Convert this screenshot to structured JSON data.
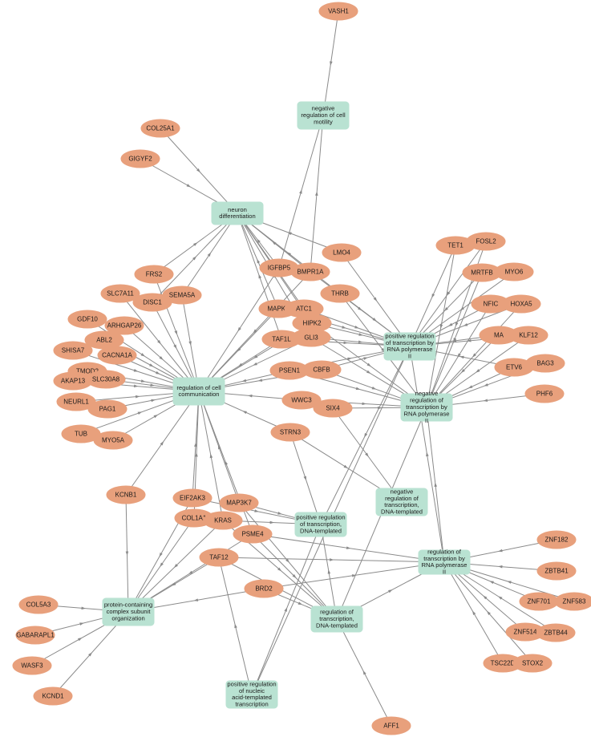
{
  "network": {
    "colors": {
      "gene": "#e8a07c",
      "term": "#b9e2d2",
      "edge": "#8a8a8a"
    },
    "terms": {
      "neuron": "neuron differentiation",
      "motility": "negative regulation of cell motility",
      "pol2pos": "positive regulation of transcription by RNA polymerase II",
      "pol2neg": "negative regulation of transcription by RNA polymerase II",
      "cellcomm": "regulation of cell communication",
      "dnaneg": "negative regulation of transcription, DNA-templated",
      "dnapos": "positive regulation of transcription, DNA-templated",
      "pol2reg": "regulation of transcription by RNA polymerase II",
      "complex": "protein-containing complex subunit organization",
      "dnareg": "regulation of transcription, DNA-templated",
      "nucleic": "positive regulation of nucleic acid-templated transcription"
    },
    "genes": {
      "VASH1": "VASH1",
      "COL25A1": "COL25A1",
      "GIGYF2": "GIGYF2",
      "LMO4": "LMO4",
      "IGFBP5": "IGFBP5",
      "BMPR1A": "BMPR1A",
      "FRS2": "FRS2",
      "SLC7A11": "SLC7A11",
      "SEMA5A": "SEMA5A",
      "DISC1": "DISC1",
      "THRB": "THRB",
      "MAPK7": "MAPK7",
      "NFATC1": "ATC1",
      "HIPK2": "HIPK2",
      "GDF10": "GDF10",
      "ARHGAP26": "ARHGAP26",
      "ABL2": "ABL2",
      "GLI3": "GLI3",
      "TAF1L": "TAF1L",
      "SHISA7": "SHISA7",
      "CACNA1A": "CACNA1A",
      "PSEN1": "PSEN1",
      "CBFB": "CBFB",
      "TMOD2": "TMOD2",
      "AKAP13": "AKAP13",
      "SLC30A8": "SLC30A8",
      "NEURL1": "NEURL1",
      "PAG1": "PAG1",
      "WWC3": "WWC3",
      "SIX4": "SIX4",
      "TUB": "TUB",
      "MYO5A": "MYO5A",
      "STRN3": "STRN3",
      "TET1": "TET1",
      "FOSL2": "FOSL2",
      "MRTFB": "MRTFB",
      "MYO6": "MYO6",
      "NFIC": "NFIC",
      "HOXA5": "HOXA5",
      "MAFB": "MA",
      "KLF12": "KLF12",
      "ETV6": "ETV6",
      "BAG3": "BAG3",
      "PHF6": "PHF6",
      "KCNB1": "KCNB1",
      "EIF2AK3": "EIF2AK3",
      "MAP3K7": "MAP3K7",
      "COL1A1": "COL1A1",
      "KRAS": "KRAS",
      "PSME4": "PSME4",
      "TAF12": "TAF12",
      "BRD2": "BRD2",
      "COL5A3": "COL5A3",
      "GABARAPL1": "GABARAPL1",
      "WASF3": "WASF3",
      "KCND1": "KCND1",
      "ZNF182": "ZNF182",
      "ZBTB41": "ZBTB41",
      "ZNF701": "ZNF701",
      "ZNF583": "ZNF583",
      "ZNF514": "ZNF514",
      "ZBTB44": "ZBTB44",
      "TSC22D1": "TSC22D",
      "STOX2": "STOX2",
      "AFF1": "AFF1"
    },
    "edges": [
      [
        "VASH1",
        "motility"
      ],
      [
        "IGFBP5",
        "motility"
      ],
      [
        "BMPR1A",
        "motility"
      ],
      [
        "COL25A1",
        "neuron"
      ],
      [
        "GIGYF2",
        "neuron"
      ],
      [
        "LMO4",
        "neuron"
      ],
      [
        "IGFBP5",
        "neuron"
      ],
      [
        "BMPR1A",
        "neuron"
      ],
      [
        "FRS2",
        "neuron"
      ],
      [
        "SEMA5A",
        "neuron"
      ],
      [
        "DISC1",
        "neuron"
      ],
      [
        "THRB",
        "neuron"
      ],
      [
        "MAPK7",
        "neuron"
      ],
      [
        "NFATC1",
        "neuron"
      ],
      [
        "HIPK2",
        "neuron"
      ],
      [
        "GLI3",
        "neuron"
      ],
      [
        "TAF1L",
        "neuron"
      ],
      [
        "FRS2",
        "cellcomm"
      ],
      [
        "SLC7A11",
        "cellcomm"
      ],
      [
        "SEMA5A",
        "cellcomm"
      ],
      [
        "DISC1",
        "cellcomm"
      ],
      [
        "GDF10",
        "cellcomm"
      ],
      [
        "ARHGAP26",
        "cellcomm"
      ],
      [
        "ABL2",
        "cellcomm"
      ],
      [
        "SHISA7",
        "cellcomm"
      ],
      [
        "CACNA1A",
        "cellcomm"
      ],
      [
        "TMOD2",
        "cellcomm"
      ],
      [
        "AKAP13",
        "cellcomm"
      ],
      [
        "SLC30A8",
        "cellcomm"
      ],
      [
        "NEURL1",
        "cellcomm"
      ],
      [
        "PAG1",
        "cellcomm"
      ],
      [
        "TUB",
        "cellcomm"
      ],
      [
        "MYO5A",
        "cellcomm"
      ],
      [
        "KCNB1",
        "cellcomm"
      ],
      [
        "WWC3",
        "cellcomm"
      ],
      [
        "STRN3",
        "cellcomm"
      ],
      [
        "PSEN1",
        "cellcomm"
      ],
      [
        "CBFB",
        "cellcomm"
      ],
      [
        "TAF1L",
        "cellcomm"
      ],
      [
        "GLI3",
        "cellcomm"
      ],
      [
        "HIPK2",
        "cellcomm"
      ],
      [
        "MAPK7",
        "cellcomm"
      ],
      [
        "IGFBP5",
        "cellcomm"
      ],
      [
        "BMPR1A",
        "cellcomm"
      ],
      [
        "EIF2AK3",
        "cellcomm"
      ],
      [
        "MAP3K7",
        "cellcomm"
      ],
      [
        "COL1A1",
        "cellcomm"
      ],
      [
        "KRAS",
        "cellcomm"
      ],
      [
        "PSME4",
        "cellcomm"
      ],
      [
        "LMO4",
        "pol2pos"
      ],
      [
        "THRB",
        "pol2pos"
      ],
      [
        "NFATC1",
        "pol2pos"
      ],
      [
        "HIPK2",
        "pol2pos"
      ],
      [
        "GLI3",
        "pol2pos"
      ],
      [
        "TAF1L",
        "pol2pos"
      ],
      [
        "CBFB",
        "pol2pos"
      ],
      [
        "PSEN1",
        "pol2pos"
      ],
      [
        "MAPK7",
        "pol2pos"
      ],
      [
        "TET1",
        "pol2pos"
      ],
      [
        "FOSL2",
        "pol2pos"
      ],
      [
        "MRTFB",
        "pol2pos"
      ],
      [
        "MYO6",
        "pol2pos"
      ],
      [
        "NFIC",
        "pol2pos"
      ],
      [
        "HOXA5",
        "pol2pos"
      ],
      [
        "MAFB",
        "pol2pos"
      ],
      [
        "KLF12",
        "pol2pos"
      ],
      [
        "ETV6",
        "pol2pos"
      ],
      [
        "BMPR1A",
        "pol2pos"
      ],
      [
        "HIPK2",
        "pol2neg"
      ],
      [
        "GLI3",
        "pol2neg"
      ],
      [
        "CBFB",
        "pol2neg"
      ],
      [
        "SIX4",
        "pol2neg"
      ],
      [
        "WWC3",
        "pol2neg"
      ],
      [
        "PSEN1",
        "pol2neg"
      ],
      [
        "TET1",
        "pol2neg"
      ],
      [
        "FOSL2",
        "pol2neg"
      ],
      [
        "MRTFB",
        "pol2neg"
      ],
      [
        "NFIC",
        "pol2neg"
      ],
      [
        "HOXA5",
        "pol2neg"
      ],
      [
        "MAFB",
        "pol2neg"
      ],
      [
        "KLF12",
        "pol2neg"
      ],
      [
        "ETV6",
        "pol2neg"
      ],
      [
        "BAG3",
        "pol2neg"
      ],
      [
        "PHF6",
        "pol2neg"
      ],
      [
        "THRB",
        "pol2neg"
      ],
      [
        "SIX4",
        "dnaneg"
      ],
      [
        "STRN3",
        "dnaneg"
      ],
      [
        "STRN3",
        "dnapos"
      ],
      [
        "MAP3K7",
        "dnapos"
      ],
      [
        "KRAS",
        "dnapos"
      ],
      [
        "EIF2AK3",
        "dnapos"
      ],
      [
        "pol2pos",
        "dnapos"
      ],
      [
        "pol2reg",
        "pol2pos"
      ],
      [
        "pol2reg",
        "pol2neg"
      ],
      [
        "PSME4",
        "pol2reg"
      ],
      [
        "BRD2",
        "pol2reg"
      ],
      [
        "TAF12",
        "pol2reg"
      ],
      [
        "ZNF182",
        "pol2reg"
      ],
      [
        "ZBTB41",
        "pol2reg"
      ],
      [
        "ZNF701",
        "pol2reg"
      ],
      [
        "ZNF583",
        "pol2reg"
      ],
      [
        "ZNF514",
        "pol2reg"
      ],
      [
        "ZBTB44",
        "pol2reg"
      ],
      [
        "TSC22D1",
        "pol2reg"
      ],
      [
        "STOX2",
        "pol2reg"
      ],
      [
        "dnareg",
        "pol2reg"
      ],
      [
        "dnareg",
        "pol2neg"
      ],
      [
        "dnareg",
        "dnapos"
      ],
      [
        "AFF1",
        "dnareg"
      ],
      [
        "BRD2",
        "dnareg"
      ],
      [
        "MAP3K7",
        "dnareg"
      ],
      [
        "KRAS",
        "dnareg"
      ],
      [
        "PSME4",
        "dnareg"
      ],
      [
        "TAF12",
        "dnareg"
      ],
      [
        "nucleic",
        "dnapos"
      ],
      [
        "nucleic",
        "TAF12"
      ],
      [
        "nucleic",
        "pol2pos"
      ],
      [
        "COL5A3",
        "complex"
      ],
      [
        "GABARAPL1",
        "complex"
      ],
      [
        "WASF3",
        "complex"
      ],
      [
        "KCND1",
        "complex"
      ],
      [
        "KCNB1",
        "complex"
      ],
      [
        "COL1A1",
        "complex"
      ],
      [
        "KRAS",
        "complex"
      ],
      [
        "EIF2AK3",
        "complex"
      ],
      [
        "TAF12",
        "complex"
      ],
      [
        "BRD2",
        "complex"
      ],
      [
        "PSME4",
        "complex"
      ]
    ]
  }
}
